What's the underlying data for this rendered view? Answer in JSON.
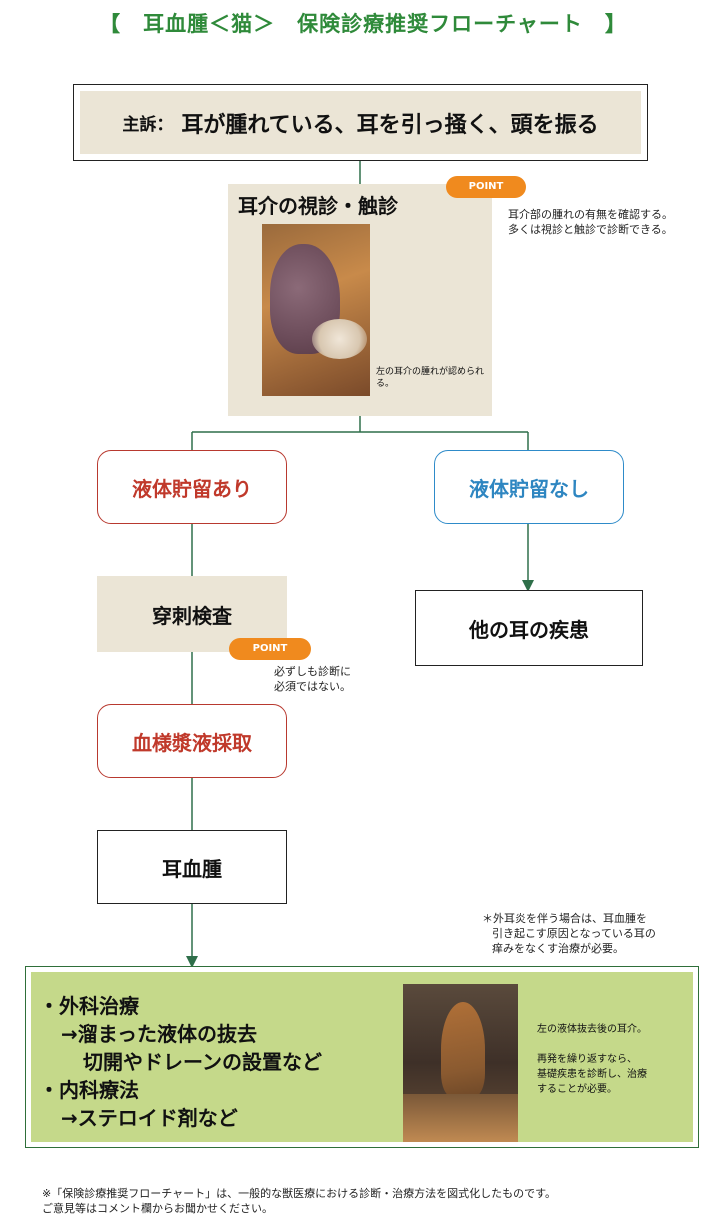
{
  "title": "【　耳血腫＜猫＞　保険診療推奨フローチャート　】",
  "complaint": {
    "label": "主訴：",
    "text": "耳が腫れている、耳を引っ掻く、頭を振る"
  },
  "exam": {
    "title": "耳介の視診・触診",
    "photo_caption": "左の耳介の腫れが認められる。",
    "point_label": "POINT",
    "point_note_lines": [
      "耳介部の腫れの有無を確認する。",
      "多くは視診と触診で診断できる。"
    ]
  },
  "branch_yes": "液体貯留あり",
  "branch_no": "液体貯留なし",
  "puncture": {
    "label": "穿刺検査",
    "point_label": "POINT",
    "point_note_lines": [
      "必ずしも診断に",
      "必須ではない。"
    ]
  },
  "other_ear": "他の耳の疾患",
  "fluid": "血様漿液採取",
  "diagnosis": "耳血腫",
  "otitis_note_lines": [
    "＊外耳炎を伴う場合は、耳血腫を",
    "引き起こす原因となっている耳の",
    "痒みをなくす治療が必要。"
  ],
  "treatment": {
    "lines": [
      "・外科治療",
      "→溜まった液体の抜去",
      "切開やドレーンの設置など",
      "・内科療法",
      "→ステロイド剤など"
    ],
    "photo_caption_1": "左の液体抜去後の耳介。",
    "photo_caption_2_lines": [
      "再発を繰り返すなら、",
      "基礎疾患を診断し、治療",
      "することが必要。"
    ]
  },
  "footer_lines": [
    "※「保険診療推奨フローチャート」は、一般的な獣医療における診断・治療方法を図式化したものです。",
    "ご意見等はコメント欄からお聞かせください。"
  ],
  "colors": {
    "title": "#2f8a3a",
    "connector": "#2f6f4a",
    "point": "#f08a1e",
    "red": "#c0392b",
    "blue": "#2e86c1",
    "beige": "#ebe5d6",
    "green_panel": "#c5d98a"
  }
}
